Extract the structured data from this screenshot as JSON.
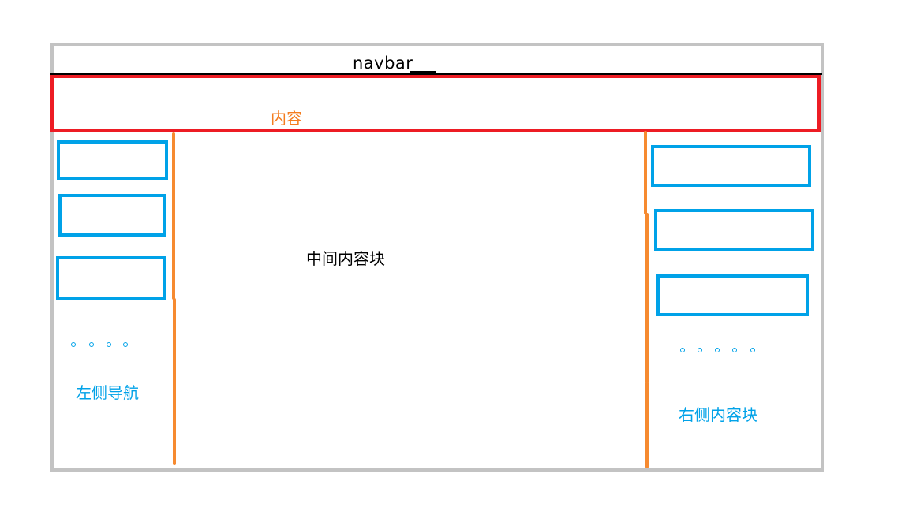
{
  "navbar": {
    "label": "navbar"
  },
  "top_content": {
    "label": "内容"
  },
  "center": {
    "label": "中间内容块"
  },
  "left_nav": {
    "label": "左侧导航",
    "item_count": 3,
    "ellipsis_dot_count": 4
  },
  "right_panel": {
    "label": "右侧内容块",
    "item_count": 3,
    "ellipsis_dot_count": 5
  },
  "colors": {
    "frame": "#c3c3c3",
    "navbar_line": "#000000",
    "content_border": "#ed1c24",
    "content_label": "#f47d20",
    "divider": "#f68a30",
    "blue_items": "#00a2e8"
  }
}
